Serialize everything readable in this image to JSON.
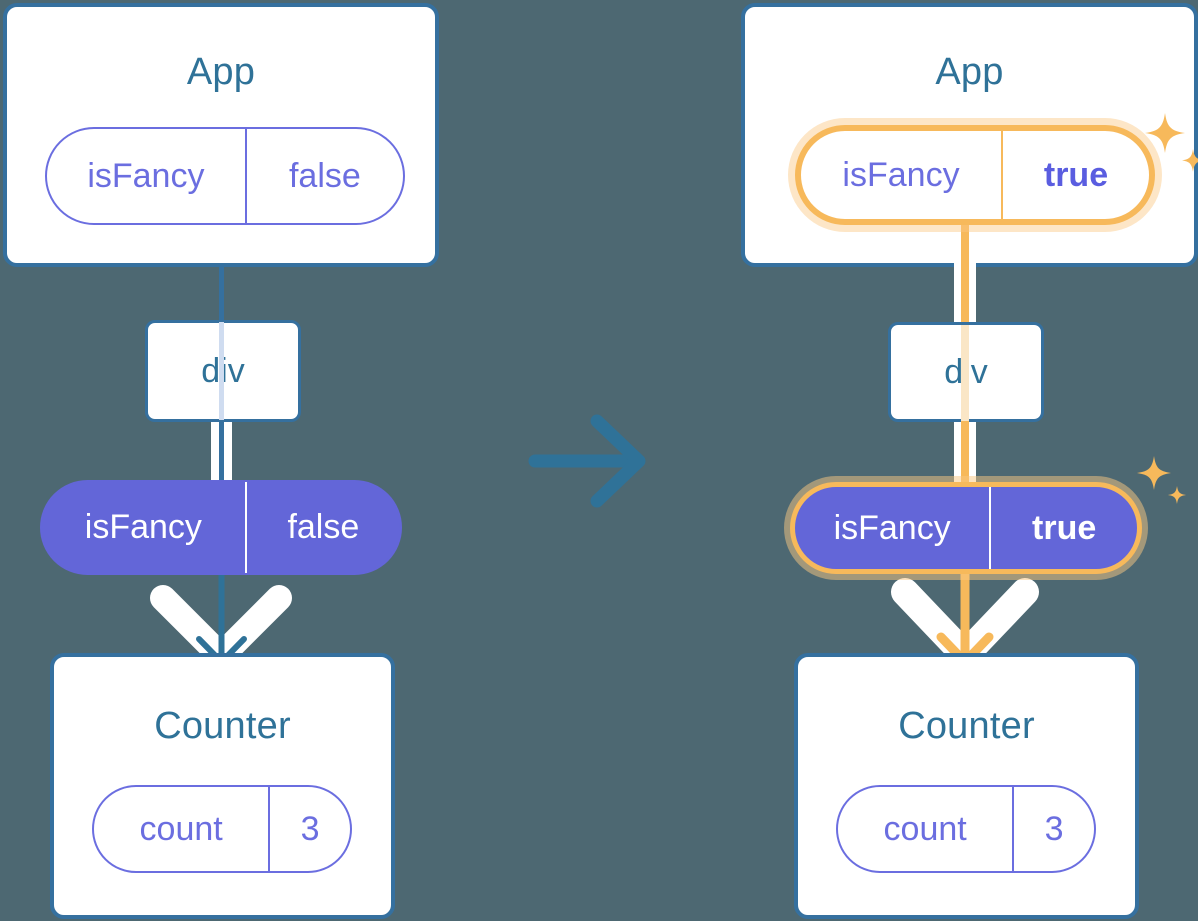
{
  "diagram": {
    "type": "react-state-propagation",
    "background_color": "#4d6872",
    "accent_blue": "#35709f",
    "accent_purple": "#6366d8",
    "accent_amber": "#f7b95b",
    "transition_arrow": "right-arrow-icon"
  },
  "left": {
    "app": {
      "title": "App",
      "state": {
        "key": "isFancy",
        "value": "false",
        "highlighted": false
      }
    },
    "div": {
      "label": "div"
    },
    "prop_pill": {
      "key": "isFancy",
      "value": "false",
      "highlighted": false
    },
    "counter": {
      "title": "Counter",
      "state": {
        "key": "count",
        "value": "3",
        "highlighted": false
      }
    }
  },
  "right": {
    "app": {
      "title": "App",
      "state": {
        "key": "isFancy",
        "value": "true",
        "highlighted": true
      }
    },
    "div": {
      "label": "div"
    },
    "prop_pill": {
      "key": "isFancy",
      "value": "true",
      "highlighted": true
    },
    "counter": {
      "title": "Counter",
      "state": {
        "key": "count",
        "value": "3",
        "highlighted": false
      }
    },
    "sparkles": [
      "sparkle-large",
      "sparkle-small"
    ]
  }
}
